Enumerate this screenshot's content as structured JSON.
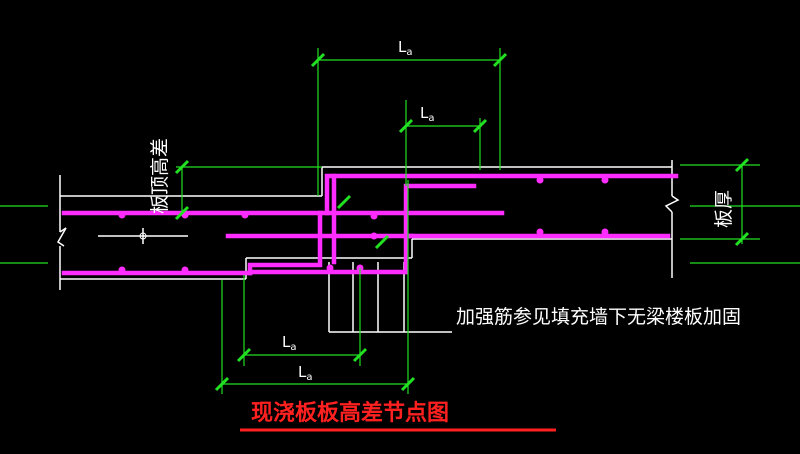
{
  "drawing": {
    "title": "现浇板板高差节点图",
    "note": "加强筋参见填充墙下无梁楼板加固",
    "label_level_diff": "板顶高差",
    "label_thickness": "板厚",
    "dim_la": "L",
    "dim_la_sub": "a"
  },
  "colors": {
    "background": "#000000",
    "outline": "#ffffff",
    "rebar": "#ff2cff",
    "dimension": "#22e022",
    "title": "#ff2020"
  }
}
